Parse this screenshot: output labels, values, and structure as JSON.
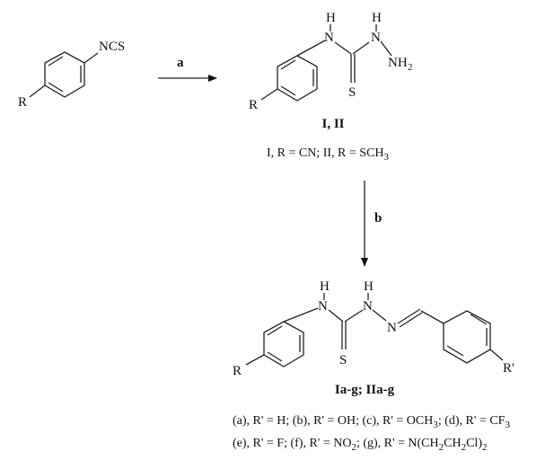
{
  "atoms": {
    "ncs": "NCS",
    "r": "R",
    "r_prime": "R'",
    "h": "H",
    "n": "N",
    "s": "S",
    "nh": "NH",
    "nh_sub": "2"
  },
  "arrows": {
    "a": "a",
    "b": "b"
  },
  "compounds": {
    "intermediate": "I, II",
    "final": "Ia-g; IIa-g"
  },
  "definitions": {
    "intermediate_prefix": "I, R = CN; II, R = SCH",
    "intermediate_sub": "3",
    "line1_part1": "(a), R' = H; (b), R' = OH; (c), R' = OCH",
    "line1_sub1": "3",
    "line1_part2": "; (d), R' = CF",
    "line1_sub2": "3",
    "line2_part1": "(e), R' = F; (f), R' = NO",
    "line2_sub1": "2",
    "line2_part2": "; (g), R' = N(CH",
    "line2_sub2": "2",
    "line2_part3": "CH",
    "line2_sub3": "2",
    "line2_part4": "Cl)",
    "line2_sub4": "2"
  }
}
